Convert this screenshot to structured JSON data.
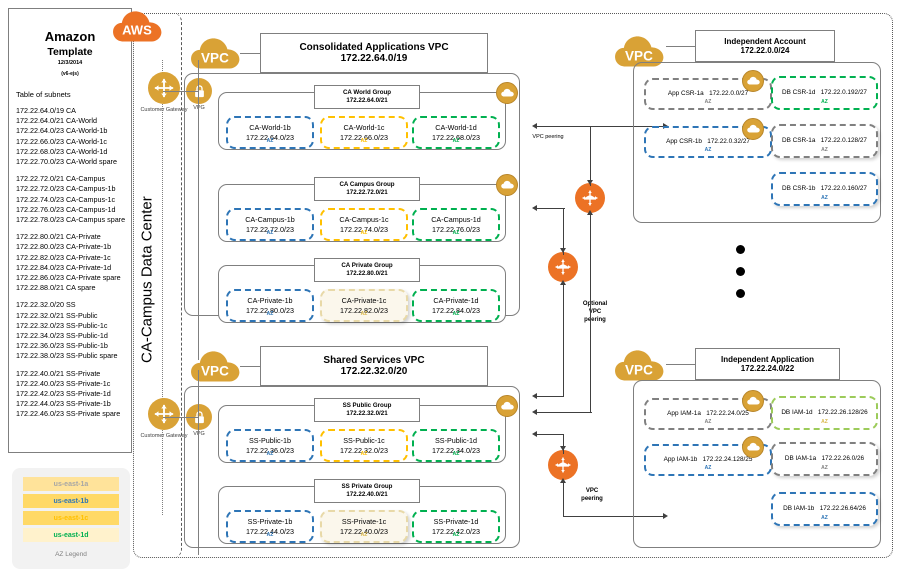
{
  "left_panel": {
    "title": "Amazon",
    "subtitle": "Template",
    "date": "12/3/2014",
    "version": "(v6-ejs)",
    "table_heading": "Table of subnets",
    "subnet_groups": [
      {
        "rows": [
          "172.22.64.0/19  CA",
          "172.22.64.0/21  CA-World",
          "172.22.64.0/23  CA-World-1b",
          "172.22.66.0/23  CA-World-1c",
          "172.22.68.0/23  CA-World-1d",
          "172.22.70.0/23  CA-World spare"
        ]
      },
      {
        "rows": [
          "172.22.72.0/21  CA-Campus",
          "172.22.72.0/23  CA-Campus-1b",
          "172.22.74.0/23  CA-Campus-1c",
          "172.22.76.0/23  CA-Campus-1d",
          "172.22.78.0/23  CA-Campus spare"
        ]
      },
      {
        "rows": [
          "172.22.80.0/21  CA-Private",
          "172.22.80.0/23  CA-Private-1b",
          "172.22.82.0/23  CA-Private-1c",
          "172.22.84.0/23  CA-Private-1d",
          "172.22.86.0/23  CA-Private spare",
          "172.22.88.0/21  CA spare"
        ]
      },
      {
        "rows": [
          "172.22.32.0/20  SS",
          "172.22.32.0/21  SS-Public",
          "172.22.32.0/23  SS-Public-1c",
          "172.22.34.0/23  SS-Public-1d",
          "172.22.36.0/23  SS-Public-1b",
          "172.22.38.0/23  SS-Public spare"
        ]
      },
      {
        "rows": [
          "172.22.40.0/21  SS-Private",
          "172.22.40.0/23  SS-Private-1c",
          "172.22.42.0/23  SS-Private-1d",
          "172.22.44.0/23  SS-Private-1b",
          "172.22.46.0/23  SS-Private spare"
        ]
      }
    ]
  },
  "az_legend": {
    "label": "AZ Legend",
    "bands": [
      {
        "name": "us-east-1a",
        "text_color": "#a6a6a6",
        "bg_color": "#ffe39a"
      },
      {
        "name": "us-east-1b",
        "text_color": "#2e75b6",
        "bg_color": "#ffd966"
      },
      {
        "name": "us-east-1c",
        "text_color": "#ffc000",
        "bg_color": "#ffd966"
      },
      {
        "name": "us-east-1d",
        "text_color": "#00b050",
        "bg_color": "#fff2cc"
      }
    ]
  },
  "icons": {
    "aws_cloud": "AWS",
    "vpc_cloud": "VPC",
    "customer_gateway_caption": "Customer Gateway",
    "vpg_caption": "VPG"
  },
  "datacenter": {
    "label": "CA-Campus Data Center"
  },
  "peering": {
    "top": "VPC peering",
    "optional": "Optional VPC peering",
    "optional_l1": "Optional",
    "optional_l2": "VPC",
    "optional_l3": "peering",
    "bottom_l1": "VPC",
    "bottom_l2": "peering"
  },
  "vpcs": [
    {
      "id": "consolidated-apps",
      "title": "Consolidated Applications VPC",
      "cidr": "172.22.64.0/19",
      "groups": [
        {
          "name": "CA World Group",
          "cidr": "172.22.64.0/21",
          "subnets": [
            {
              "name": "CA-World-1b",
              "cidr": "172.22.64.0/23",
              "az": "1b",
              "az_tag": "AZ"
            },
            {
              "name": "CA-World-1c",
              "cidr": "172.22.66.0/23",
              "az": "1c",
              "az_tag": "AZ"
            },
            {
              "name": "CA-World-1d",
              "cidr": "172.22.68.0/23",
              "az": "1d",
              "az_tag": "AZ"
            }
          ]
        },
        {
          "name": "CA Campus Group",
          "cidr": "172.22.72.0/21",
          "subnets": [
            {
              "name": "CA-Campus-1b",
              "cidr": "172.22.72.0/23",
              "az": "1b",
              "az_tag": "AZ"
            },
            {
              "name": "CA-Campus-1c",
              "cidr": "172.22.74.0/23",
              "az": "1c",
              "az_tag": "AZ"
            },
            {
              "name": "CA-Campus-1d",
              "cidr": "172.22.76.0/23",
              "az": "1d",
              "az_tag": "AZ"
            }
          ]
        },
        {
          "name": "CA Private Group",
          "cidr": "172.22.80.0/21",
          "subnets": [
            {
              "name": "CA-Private-1b",
              "cidr": "172.22.80.0/23",
              "az": "1b",
              "az_tag": "AZ"
            },
            {
              "name": "CA-Private-1c",
              "cidr": "172.22.82.0/23",
              "az": "1cfill",
              "az_tag": "AZ"
            },
            {
              "name": "CA-Private-1d",
              "cidr": "172.22.84.0/23",
              "az": "1d",
              "az_tag": "AZ"
            }
          ]
        }
      ]
    },
    {
      "id": "shared-services",
      "title": "Shared Services VPC",
      "cidr": "172.22.32.0/20",
      "groups": [
        {
          "name": "SS Public Group",
          "cidr": "172.22.32.0/21",
          "subnets": [
            {
              "name": "SS-Public-1b",
              "cidr": "172.22.36.0/23",
              "az": "1b",
              "az_tag": "AZ"
            },
            {
              "name": "SS-Public-1c",
              "cidr": "172.22.32.0/23",
              "az": "1c",
              "az_tag": "AZ"
            },
            {
              "name": "SS-Public-1d",
              "cidr": "172.22.34.0/23",
              "az": "1d",
              "az_tag": "AZ"
            }
          ]
        },
        {
          "name": "SS Private Group",
          "cidr": "172.22.40.0/21",
          "subnets": [
            {
              "name": "SS-Private-1b",
              "cidr": "172.22.44.0/23",
              "az": "1b",
              "az_tag": "AZ"
            },
            {
              "name": "SS-Private-1c",
              "cidr": "172.22.40.0/23",
              "az": "1cfill",
              "az_tag": "AZ"
            },
            {
              "name": "SS-Private-1d",
              "cidr": "172.22.42.0/23",
              "az": "1d",
              "az_tag": "AZ"
            }
          ]
        }
      ]
    }
  ],
  "independent_account": {
    "title": "Independent Account",
    "cidr": "172.22.0.0/24",
    "subnets": [
      {
        "name": "App CSR-1a",
        "cidr": "172.22.0.0/27",
        "az": "1a",
        "az_tag": "AZ"
      },
      {
        "name": "App CSR-1b",
        "cidr": "172.22.0.32/27",
        "az": "1b",
        "az_tag": "AZ"
      },
      {
        "name": "DB CSR-1d",
        "cidr": "172.22.0.192/27",
        "az": "1d",
        "az_tag": "AZ"
      },
      {
        "name": "DB CSR-1a",
        "cidr": "172.22.0.128/27",
        "az": "1a",
        "az_tag": "AZ"
      },
      {
        "name": "DB CSR-1b",
        "cidr": "172.22.0.160/27",
        "az": "1b",
        "az_tag": "AZ"
      }
    ]
  },
  "independent_application": {
    "title": "Independent Application",
    "cidr": "172.22.24.0/22",
    "subnets": [
      {
        "name": "App IAM-1a",
        "cidr": "172.22.24.0/25",
        "az": "1a",
        "az_tag": "AZ"
      },
      {
        "name": "App IAM-1b",
        "cidr": "172.22.24.128/25",
        "az": "1b",
        "az_tag": "AZ"
      },
      {
        "name": "DB IAM-1d",
        "cidr": "172.22.26.128/26",
        "az": "1dgreen",
        "az_tag": "AZ"
      },
      {
        "name": "DB IAM-1a",
        "cidr": "172.22.26.0/26",
        "az": "1a",
        "az_tag": "AZ"
      },
      {
        "name": "DB IAM-1b",
        "cidr": "172.22.26.64/26",
        "az": "1b",
        "az_tag": "AZ"
      }
    ]
  }
}
